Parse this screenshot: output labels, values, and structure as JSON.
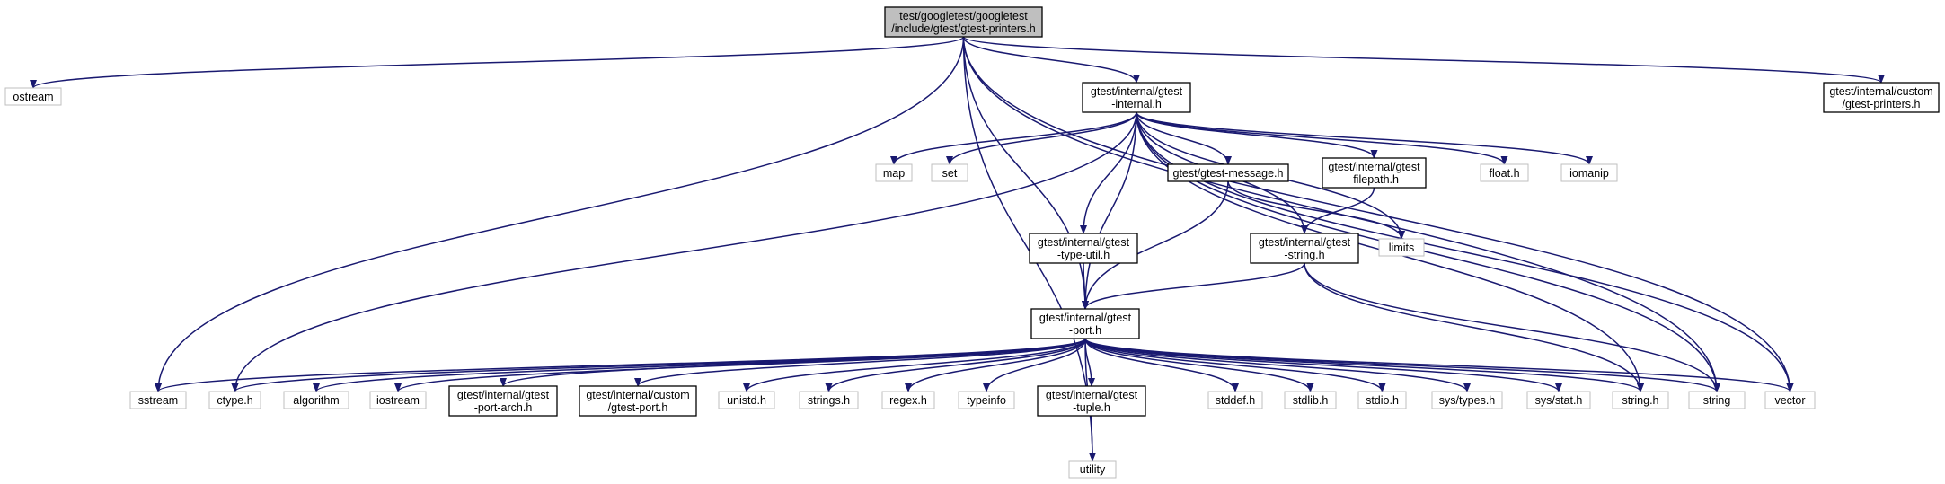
{
  "root": [
    "test/googletest/googletest",
    "/include/gtest/gtest-printers.h"
  ],
  "nodes": {
    "ostream": [
      "ostream"
    ],
    "sstream": [
      "sstream"
    ],
    "utility": [
      "utility"
    ],
    "internal": [
      "gtest/internal/gtest",
      "-internal.h"
    ],
    "string": [
      "string"
    ],
    "vector": [
      "vector"
    ],
    "custom_printers": [
      "gtest/internal/custom",
      "/gtest-printers.h"
    ],
    "map": [
      "map"
    ],
    "set": [
      "set"
    ],
    "message": [
      "gtest/gtest-message.h"
    ],
    "filepath": [
      "gtest/internal/gtest",
      "-filepath.h"
    ],
    "float_h": [
      "float.h"
    ],
    "iomanip": [
      "iomanip"
    ],
    "limits": [
      "limits"
    ],
    "type_util": [
      "gtest/internal/gtest",
      "-type-util.h"
    ],
    "gtest_string": [
      "gtest/internal/gtest",
      "-string.h"
    ],
    "port": [
      "gtest/internal/gtest",
      "-port.h"
    ],
    "ctype_h": [
      "ctype.h"
    ],
    "algorithm": [
      "algorithm"
    ],
    "iostream": [
      "iostream"
    ],
    "port_arch": [
      "gtest/internal/gtest",
      "-port-arch.h"
    ],
    "custom_port": [
      "gtest/internal/custom",
      "/gtest-port.h"
    ],
    "unistd_h": [
      "unistd.h"
    ],
    "strings_h": [
      "strings.h"
    ],
    "regex_h": [
      "regex.h"
    ],
    "typeinfo": [
      "typeinfo"
    ],
    "tuple": [
      "gtest/internal/gtest",
      "-tuple.h"
    ],
    "stddef_h": [
      "stddef.h"
    ],
    "stdlib_h": [
      "stdlib.h"
    ],
    "stdio_h": [
      "stdio.h"
    ],
    "sys_types_h": [
      "sys/types.h"
    ],
    "sys_stat_h": [
      "sys/stat.h"
    ],
    "string_h": [
      "string.h"
    ]
  },
  "colors": {
    "edge": "#191970",
    "root_fill": "#bfbfbf",
    "file_border": "#000000",
    "system_border": "#bfbfbf"
  }
}
